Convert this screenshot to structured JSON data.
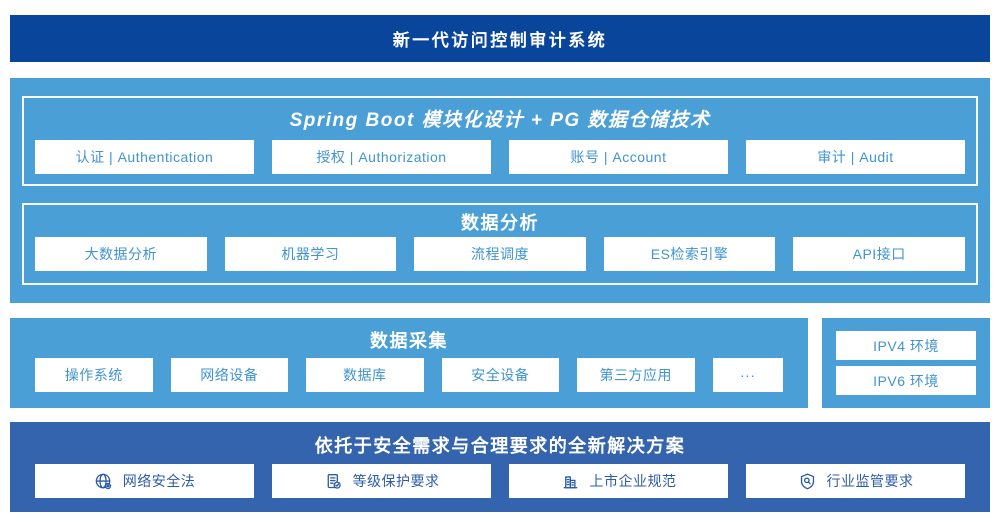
{
  "colors": {
    "banner_blue": "#0a459c",
    "light_blue": "#4a9fd7",
    "solution_blue": "#3464ad",
    "box_text_blue": "#3f94d1",
    "solution_text_blue": "#2d5ca7"
  },
  "banner": {
    "title": "新一代访问控制审计系统"
  },
  "platform": {
    "modules": {
      "title": "Spring Boot 模块化设计 + PG 数据仓储技术",
      "items": [
        "认证 | Authentication",
        "授权 | Authorization",
        "账号 | Account",
        "审计 | Audit"
      ]
    },
    "analysis": {
      "title": "数据分析",
      "items": [
        "大数据分析",
        "机器学习",
        "流程调度",
        "ES检索引擎",
        "API接口"
      ]
    }
  },
  "collection": {
    "title": "数据采集",
    "items": [
      "操作系统",
      "网络设备",
      "数据库",
      "安全设备",
      "第三方应用",
      "···"
    ],
    "environments": [
      "IPV4 环境",
      "IPV6 环境"
    ]
  },
  "solution": {
    "title": "依托于安全需求与合理要求的全新解决方案",
    "items": [
      {
        "icon": "globe-icon",
        "label": "网络安全法"
      },
      {
        "icon": "document-check-icon",
        "label": "等级保护要求"
      },
      {
        "icon": "buildings-icon",
        "label": "上市企业规范"
      },
      {
        "icon": "shield-magnifier-icon",
        "label": "行业监管要求"
      }
    ]
  }
}
